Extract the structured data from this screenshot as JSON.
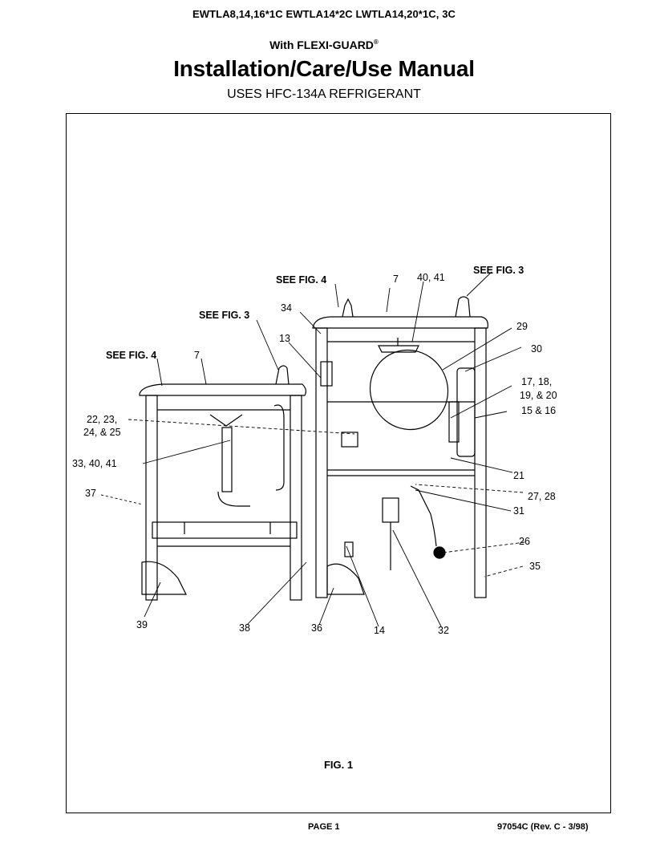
{
  "header": {
    "models": "EWTLA8,14,16*1C  EWTLA14*2C  LWTLA14,20*1C, 3C",
    "subtitle": "With FLEXI-GUARD",
    "registered": "®",
    "title": "Installation/Care/Use Manual",
    "refrigerant": "USES HFC-134A REFRIGERANT"
  },
  "figure": {
    "caption": "FIG. 1",
    "callouts": {
      "see_fig4_right": "SEE FIG. 4",
      "see_fig3_right": "SEE FIG. 3",
      "see_fig3_left": "SEE FIG. 3",
      "see_fig4_left": "SEE FIG. 4",
      "c7_right": "7",
      "c40_41": "40, 41",
      "c34": "34",
      "c29": "29",
      "c13": "13",
      "c30": "30",
      "c7_left": "7",
      "c17_line1": "17, 18,",
      "c17_line2": "19, & 20",
      "c15_16": "15 & 16",
      "c22_line1": "22, 23,",
      "c22_line2": "24, & 25",
      "c33_40_41": "33, 40, 41",
      "c21": "21",
      "c37": "37",
      "c27_28": "27, 28",
      "c31": "31",
      "c26": "26",
      "c35": "35",
      "c39": "39",
      "c38": "38",
      "c36": "36",
      "c14": "14",
      "c32": "32"
    }
  },
  "footer": {
    "page": "PAGE 1",
    "doc_number": "97054C (Rev. C - 3/98)"
  }
}
